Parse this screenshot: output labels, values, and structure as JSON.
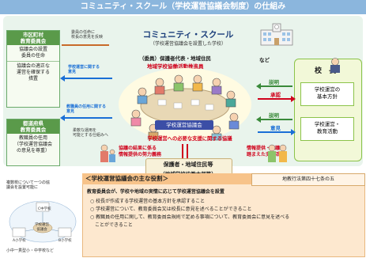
{
  "header": {
    "title": "コミュニティ・スクール（学校運営協議会制度）の仕組み"
  },
  "main": {
    "title": "コミュニティ・スクール",
    "subtitle": "（学校運営協議会を設置した学校）",
    "council_label": "学校運営協議会"
  },
  "city_board": {
    "title": "市区町村\n教育委員会",
    "duty1": "協議会の設置\n委員の任命",
    "duty2": "協議会の適正な\n運営を確保する\n措置"
  },
  "pref_board": {
    "title": "都道府県\n教育委員会",
    "duty": "教職員の任用\n（学校運営協議会\nの意見を尊重）"
  },
  "arrows_left": {
    "note_top": "委員の任命に\n校長の意見を反映",
    "school_ops_opinion": "学校運営に関する\n意見",
    "staff_opinion": "教職員の任用に関する\n意見",
    "flex_note": "柔軟な運用を\n可能とする仕組みへ"
  },
  "members": {
    "line1": "（委員）保護者代表・地域住民",
    "line2": "地域学校協働活動推進員",
    "etc": "など"
  },
  "necessary_support": "学校運営への必要な支援に関する協議",
  "principal": {
    "title": "校　長",
    "policy": "学校運営の\n基本方針",
    "ops": "学校運営・\n教育活動"
  },
  "right_arrows": {
    "explain1": "説明",
    "approve": "承認",
    "explain2": "説明",
    "opinion": "意見"
  },
  "bottom_left_labels": {
    "share": "協議の結果に係る\n情報提供の努力義務",
    "info": "情報提供・協議を\n踏まえた支援活動"
  },
  "parents_box": {
    "line1": "保護者・地域住民等",
    "line2": "（地域学校協働本部等）"
  },
  "sidebar_bottom": {
    "note": "複数校について一つの協\n議会を設置可能に",
    "school_a": "A小学校",
    "school_b": "B小学校",
    "school_c": "C中学校",
    "council": "学校運営\n協議会",
    "caption": "小中一貫型小・中学校など"
  },
  "roles": {
    "title": "＜学校運営協議会の主な役割＞",
    "law": "地教行法第四十七条の五",
    "intro": "教育委員会が、学校や地域の実情に応じて学校運営協議会を設置",
    "items": [
      "○ 校長が作成する学校運営の基本方針を承認すること",
      "○ 学校運営について、教育委員会又は校長に意見を述べることができること",
      "○ 教職員の任用に関して、教育委員会規則で定める事項について、教育委員会に意見を述べる",
      "　ことができること"
    ]
  },
  "colors": {
    "title_bar": "#8bb6dd",
    "green_header": "#5a9a4a",
    "main_bg": "#e9f4ec",
    "accent_red": "#d0021b",
    "accent_blue": "#1a6fd6",
    "bottom_bg": "#fde8cf"
  }
}
